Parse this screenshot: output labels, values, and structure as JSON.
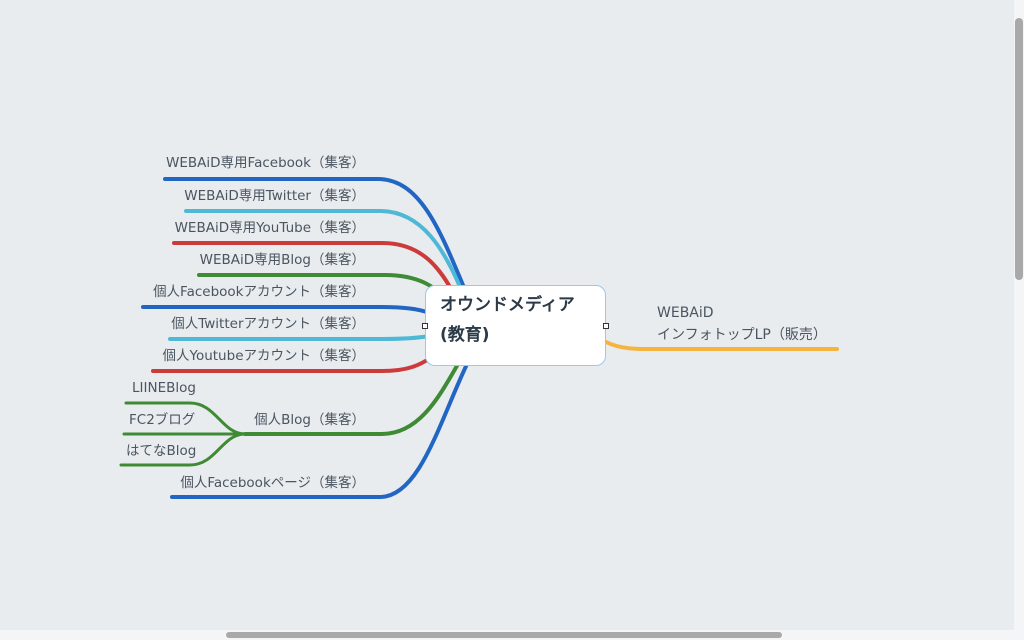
{
  "root": {
    "line1": "オウンドメディア",
    "line2": "(教育)"
  },
  "right_topic": {
    "line1": "WEBAiD",
    "line2": "インフォトップLP（販売）",
    "color": "#f4b43e"
  },
  "left_topics": [
    {
      "label": "WEBAiD専用Facebook（集客）",
      "color": "#2166c3"
    },
    {
      "label": "WEBAiD専用Twitter（集客）",
      "color": "#4fb8d6"
    },
    {
      "label": "WEBAiD専用YouTube（集客）",
      "color": "#cc3a3a"
    },
    {
      "label": "WEBAiD専用Blog（集客）",
      "color": "#3f8a34"
    },
    {
      "label": "個人Facebookアカウント（集客）",
      "color": "#2166c3"
    },
    {
      "label": "個人Twitterアカウント（集客）",
      "color": "#4fb8d6"
    },
    {
      "label": "個人Youtubeアカウント（集客）",
      "color": "#cc3a3a"
    },
    {
      "label": "個人Blog（集客）",
      "color": "#3f8a34",
      "children": [
        {
          "label": "LIINEBlog"
        },
        {
          "label": "FC2ブログ"
        },
        {
          "label": "はてなBlog"
        }
      ]
    },
    {
      "label": "個人Facebookページ（集客）",
      "color": "#2166c3"
    }
  ]
}
